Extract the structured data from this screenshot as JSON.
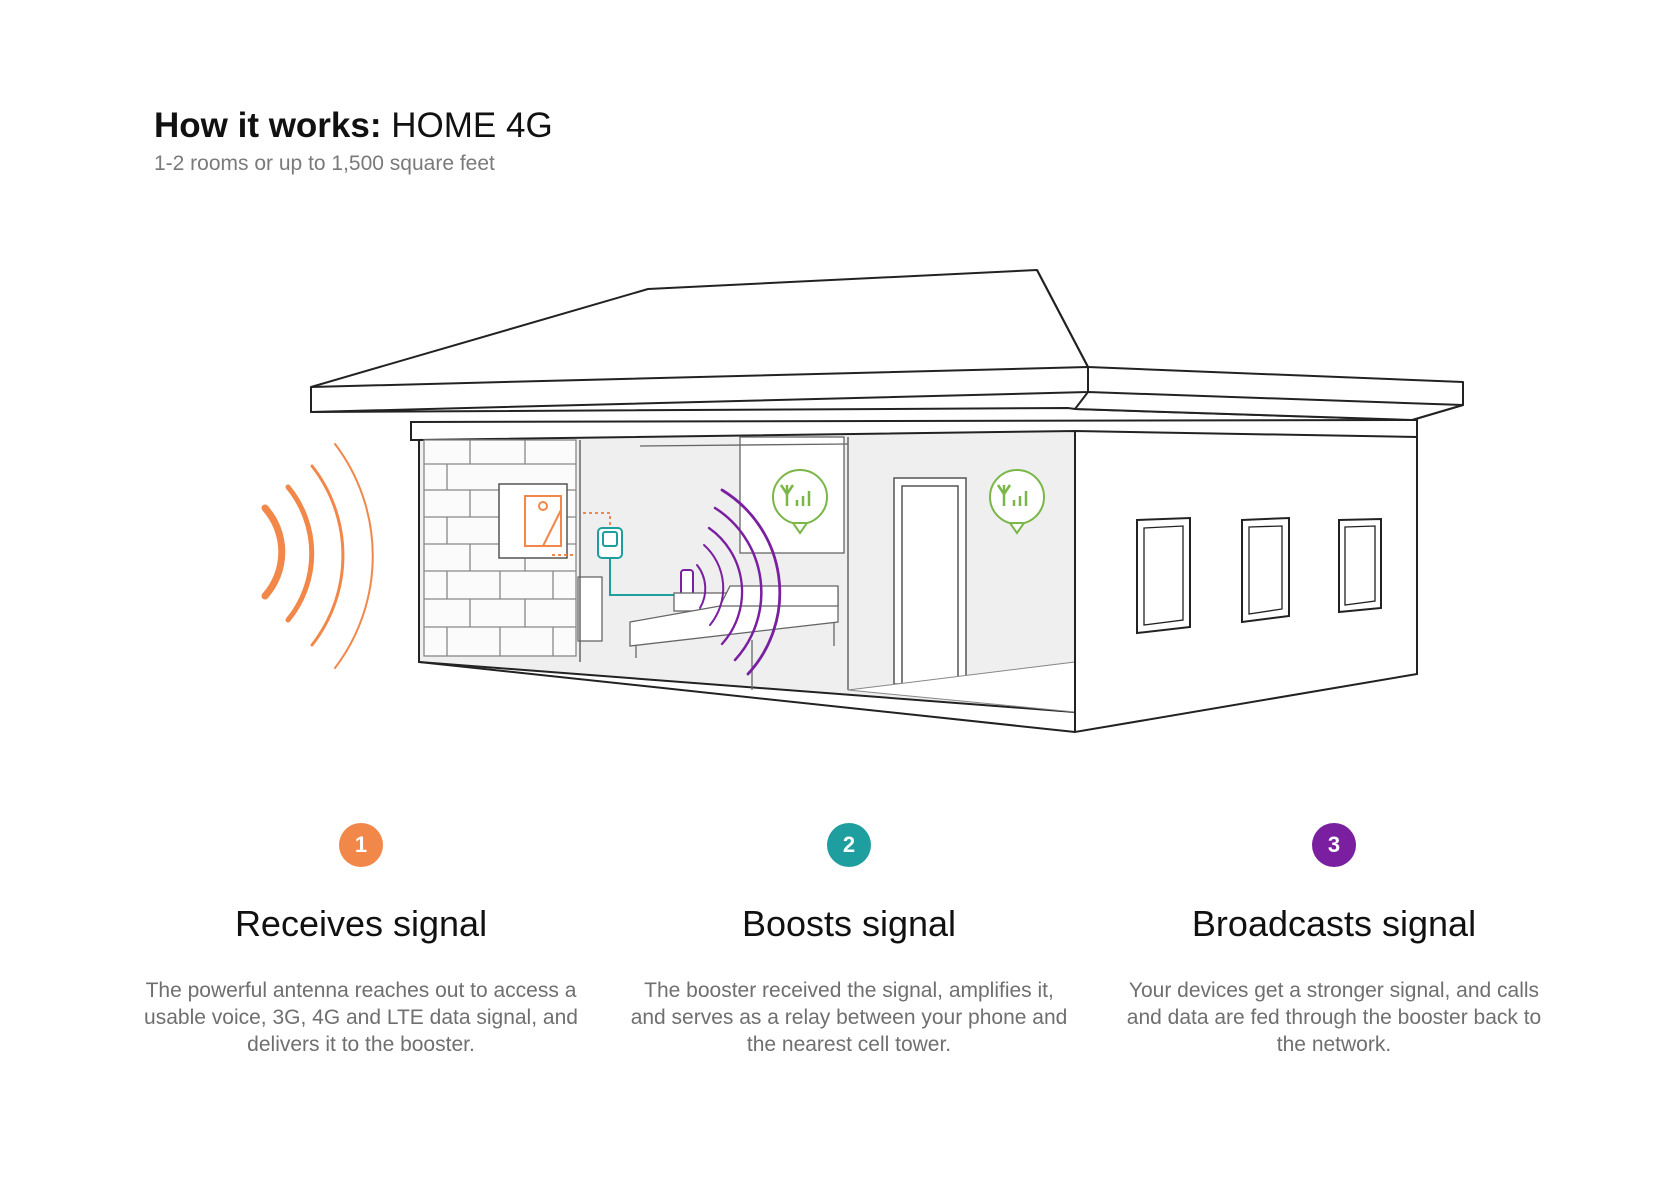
{
  "header": {
    "title_bold": "How it works:",
    "title_light": "HOME 4G",
    "subtitle": "1-2 rooms or up to 1,500 square feet"
  },
  "colors": {
    "receive": "#f2874a",
    "boost": "#1e9e9e",
    "broadcast": "#7a1fa0",
    "signal_bubble": "#7ab648"
  },
  "icons": [
    "antenna-icon",
    "booster-icon",
    "indoor-antenna-icon",
    "signal-bars-icon"
  ],
  "steps": [
    {
      "number": "1",
      "title": "Receives signal",
      "description": "The powerful antenna reaches out to access a usable voice, 3G, 4G and LTE data signal, and delivers it to the booster."
    },
    {
      "number": "2",
      "title": "Boosts signal",
      "description": "The booster received the signal, amplifies it, and serves as a relay between your phone and the nearest cell tower."
    },
    {
      "number": "3",
      "title": "Broadcasts signal",
      "description": "Your devices get a stronger signal, and calls and data are fed through the booster back to the network."
    }
  ]
}
